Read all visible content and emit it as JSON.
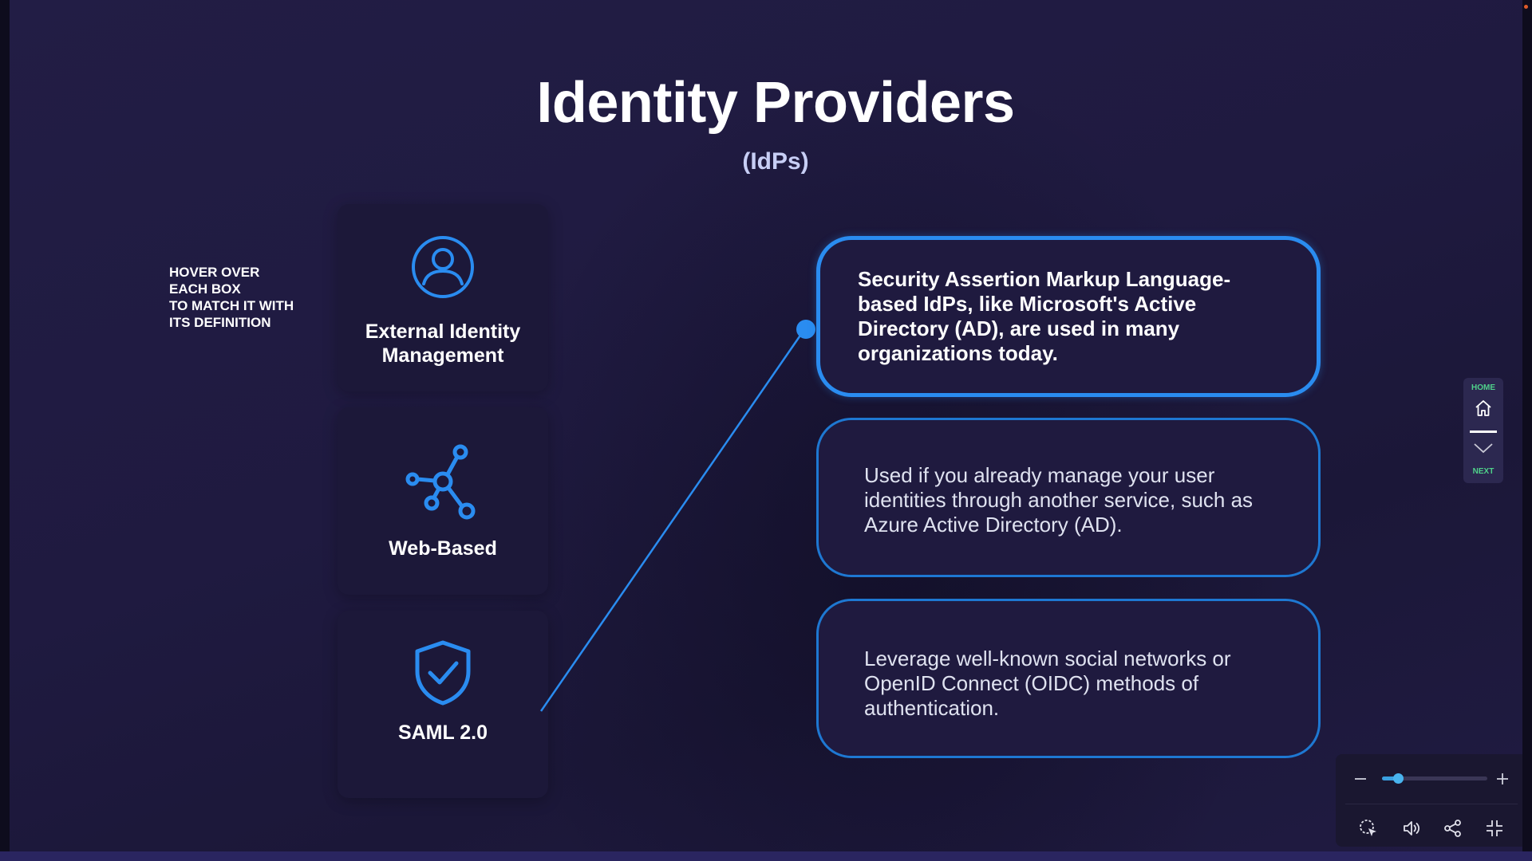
{
  "slide": {
    "title": "Identity Providers",
    "subtitle": "(IdPs)",
    "instruction": "HOVER OVER\nEACH BOX\nTO MATCH IT WITH\nITS DEFINITION"
  },
  "terms": [
    {
      "label": "External Identity Management",
      "icon": "user-circle-icon"
    },
    {
      "label": "Web-Based",
      "icon": "network-nodes-icon"
    },
    {
      "label": "SAML 2.0",
      "icon": "shield-check-icon"
    }
  ],
  "definitions": [
    {
      "text": "Security Assertion Markup Language-based IdPs, like Microsoft's Active Directory (AD), are used in many organizations today.",
      "active": true
    },
    {
      "text": "Used if you already manage your user identities through another service, such as Azure Active Directory (AD).",
      "active": false
    },
    {
      "text": "Leverage well-known social networks or OpenID Connect (OIDC) methods of authentication.",
      "active": false
    }
  ],
  "nav": {
    "home_label": "HOME",
    "next_label": "NEXT"
  },
  "player": {
    "zoom_level": 0.15
  },
  "colors": {
    "accent": "#2a8cf0",
    "nav_green": "#4fd18a",
    "background": "#211c44"
  }
}
